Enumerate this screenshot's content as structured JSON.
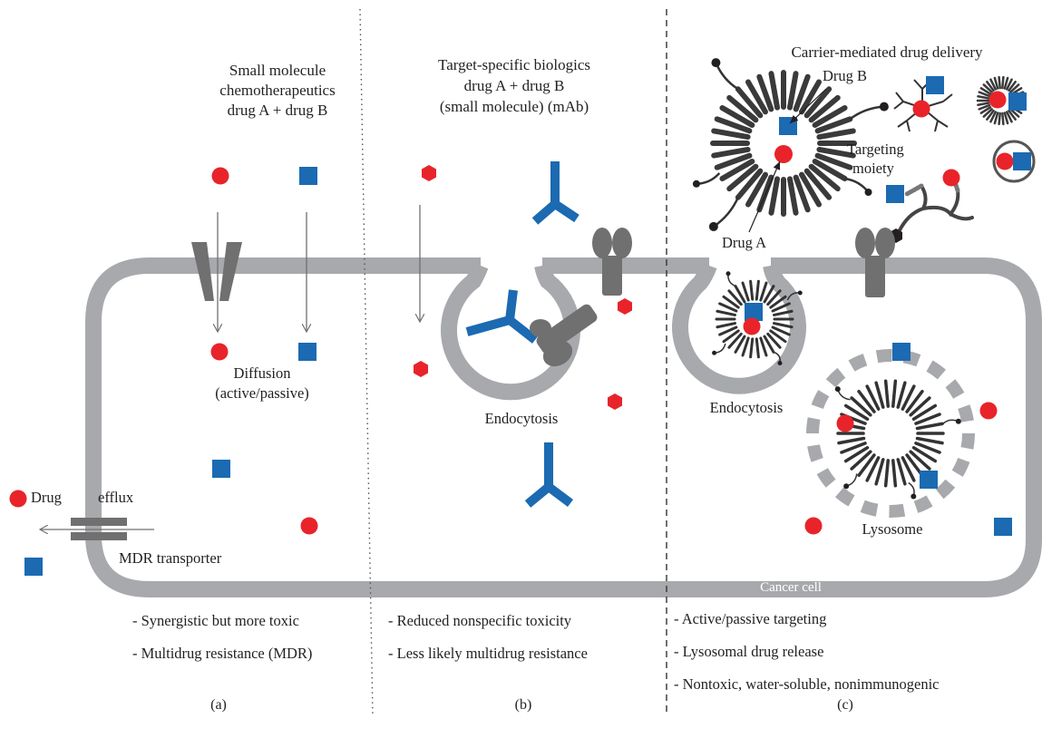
{
  "colors": {
    "membrane": "#a7a9ac",
    "protein": "#707070",
    "drug_a": "#e8242a",
    "drug_b": "#1b6ab2",
    "antibody": "#1b6ab2",
    "text": "#231f20"
  },
  "panel_a": {
    "heading": [
      "Small molecule",
      "chemotherapeutics",
      "drug A + drug B"
    ],
    "diffusion": [
      "Diffusion",
      "(active/passive)"
    ],
    "drug": "Drug",
    "efflux": "efflux",
    "transporter": "MDR transporter",
    "bullets": [
      "- Synergistic but more toxic",
      "- Multidrug resistance (MDR)"
    ],
    "caption": "(a)"
  },
  "panel_b": {
    "heading": [
      "Target-specific biologics",
      "drug A + drug B",
      "(small molecule) (mAb)"
    ],
    "endocytosis": "Endocytosis",
    "bullets": [
      "- Reduced nonspecific toxicity",
      "- Less likely multidrug resistance"
    ],
    "caption": "(b)"
  },
  "panel_c": {
    "heading": "Carrier-mediated drug delivery",
    "drug_b": "Drug B",
    "drug_a": "Drug A",
    "targeting": [
      "Targeting",
      "moiety"
    ],
    "endocytosis": "Endocytosis",
    "lysosome": "Lysosome",
    "cell": "Cancer cell",
    "bullets": [
      "- Active/passive targeting",
      "- Lysosomal drug release",
      "- Nontoxic, water-soluble, nonimmunogenic"
    ],
    "caption": "(c)"
  }
}
